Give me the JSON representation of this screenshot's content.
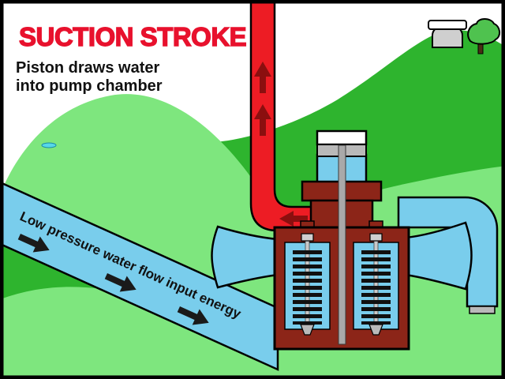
{
  "header": {
    "title": "SUCTION STROKE",
    "subtitle_line1": "Piston draws water",
    "subtitle_line2": "into pump chamber"
  },
  "pipe_annotation": {
    "label": "Low pressure water flow input energy"
  },
  "icons": {
    "input_flow_arrows": "black arrows along intake pipe pointing down-right toward pump",
    "delivery_flow_arrows": "dark red arrows inside red riser pipe pointing up",
    "elbow_flow_arrow": "dark red arrow pointing left into riser elbow"
  },
  "colors": {
    "title_red": "#e8112d",
    "pipe_red": "#ed1c24",
    "arrow_dark_red": "#8b0f0f",
    "water_blue": "#79cdec",
    "grass_light": "#7ee67e",
    "grass_dark": "#2eb42e",
    "tree_green": "#4fc24f",
    "pump_maroon": "#8c2518",
    "metal_gray": "#a9a9a9",
    "sky_white": "#ffffff",
    "outline_black": "#000000",
    "label_black": "#111111"
  }
}
